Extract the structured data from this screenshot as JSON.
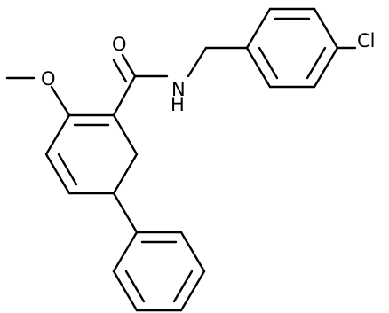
{
  "molecule": {
    "labels": {
      "oxygen_carbonyl": "O",
      "nitrogen": "N",
      "hydrogen": "H",
      "chlorine": "Cl",
      "oxygen_methoxy": "O"
    },
    "colors": {
      "bond": "#000000",
      "label": "#000000",
      "background": "#ffffff"
    }
  }
}
